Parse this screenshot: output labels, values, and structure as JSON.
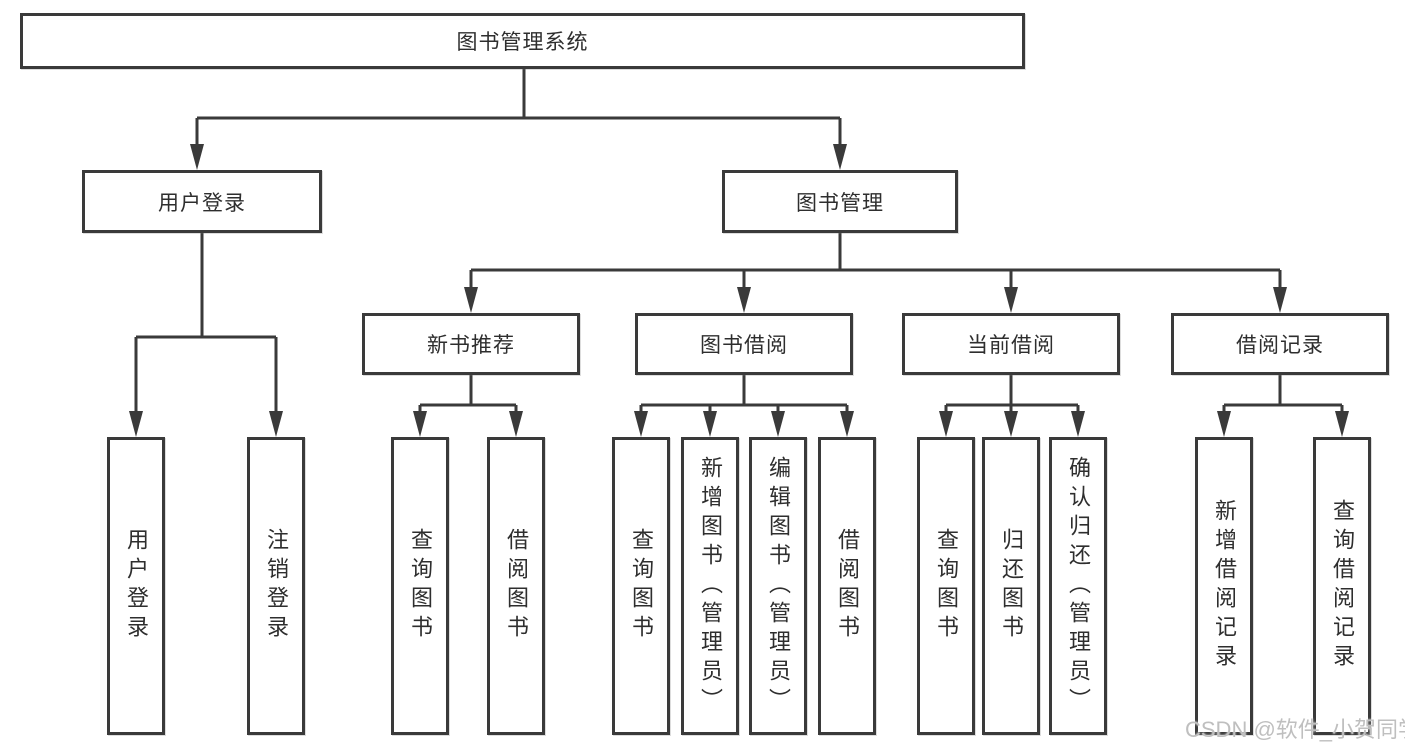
{
  "colors": {
    "line": "#3a3a3a",
    "box_border": "#3a3a3a",
    "box_fill": "#ffffff",
    "text": "#2e2e2e",
    "watermark": "#bfbfbf"
  },
  "watermark": "CSDN @软件_小贺同学",
  "tree": {
    "label": "图书管理系统",
    "children": [
      {
        "label": "用户登录",
        "children": [
          {
            "label": "用户登录"
          },
          {
            "label": "注销登录"
          }
        ]
      },
      {
        "label": "图书管理",
        "children": [
          {
            "label": "新书推荐",
            "children": [
              {
                "label": "查询图书"
              },
              {
                "label": "借阅图书"
              }
            ]
          },
          {
            "label": "图书借阅",
            "children": [
              {
                "label": "查询图书"
              },
              {
                "label": "新增图书（管理员）"
              },
              {
                "label": "编辑图书（管理员）"
              },
              {
                "label": "借阅图书"
              }
            ]
          },
          {
            "label": "当前借阅",
            "children": [
              {
                "label": "查询图书"
              },
              {
                "label": "归还图书"
              },
              {
                "label": "确认归还（管理员）"
              }
            ]
          },
          {
            "label": "借阅记录",
            "children": [
              {
                "label": "新增借阅记录"
              },
              {
                "label": "查询借阅记录"
              }
            ]
          }
        ]
      }
    ]
  }
}
